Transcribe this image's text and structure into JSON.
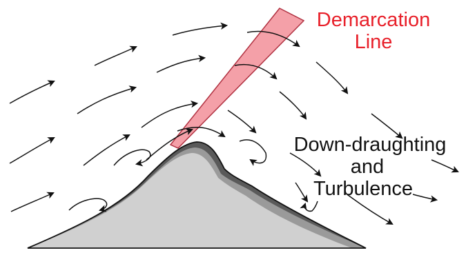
{
  "labels": {
    "demarcation_line": [
      "Demarcation",
      "Line"
    ],
    "downdraught": [
      "Down-draughting",
      "and",
      "Turbulence"
    ]
  },
  "colors": {
    "demarcation_fill": "#f4a0a8",
    "demarcation_stroke": "#b03040",
    "demarcation_text": "#e8202a",
    "mountain_light": "#d0d0d0",
    "mountain_mid": "#9a9a9a",
    "mountain_dark": "#5a5a5a",
    "arrow": "#111111"
  },
  "icons": [
    "wind-arrow-icon",
    "eddy-arrow-icon"
  ]
}
